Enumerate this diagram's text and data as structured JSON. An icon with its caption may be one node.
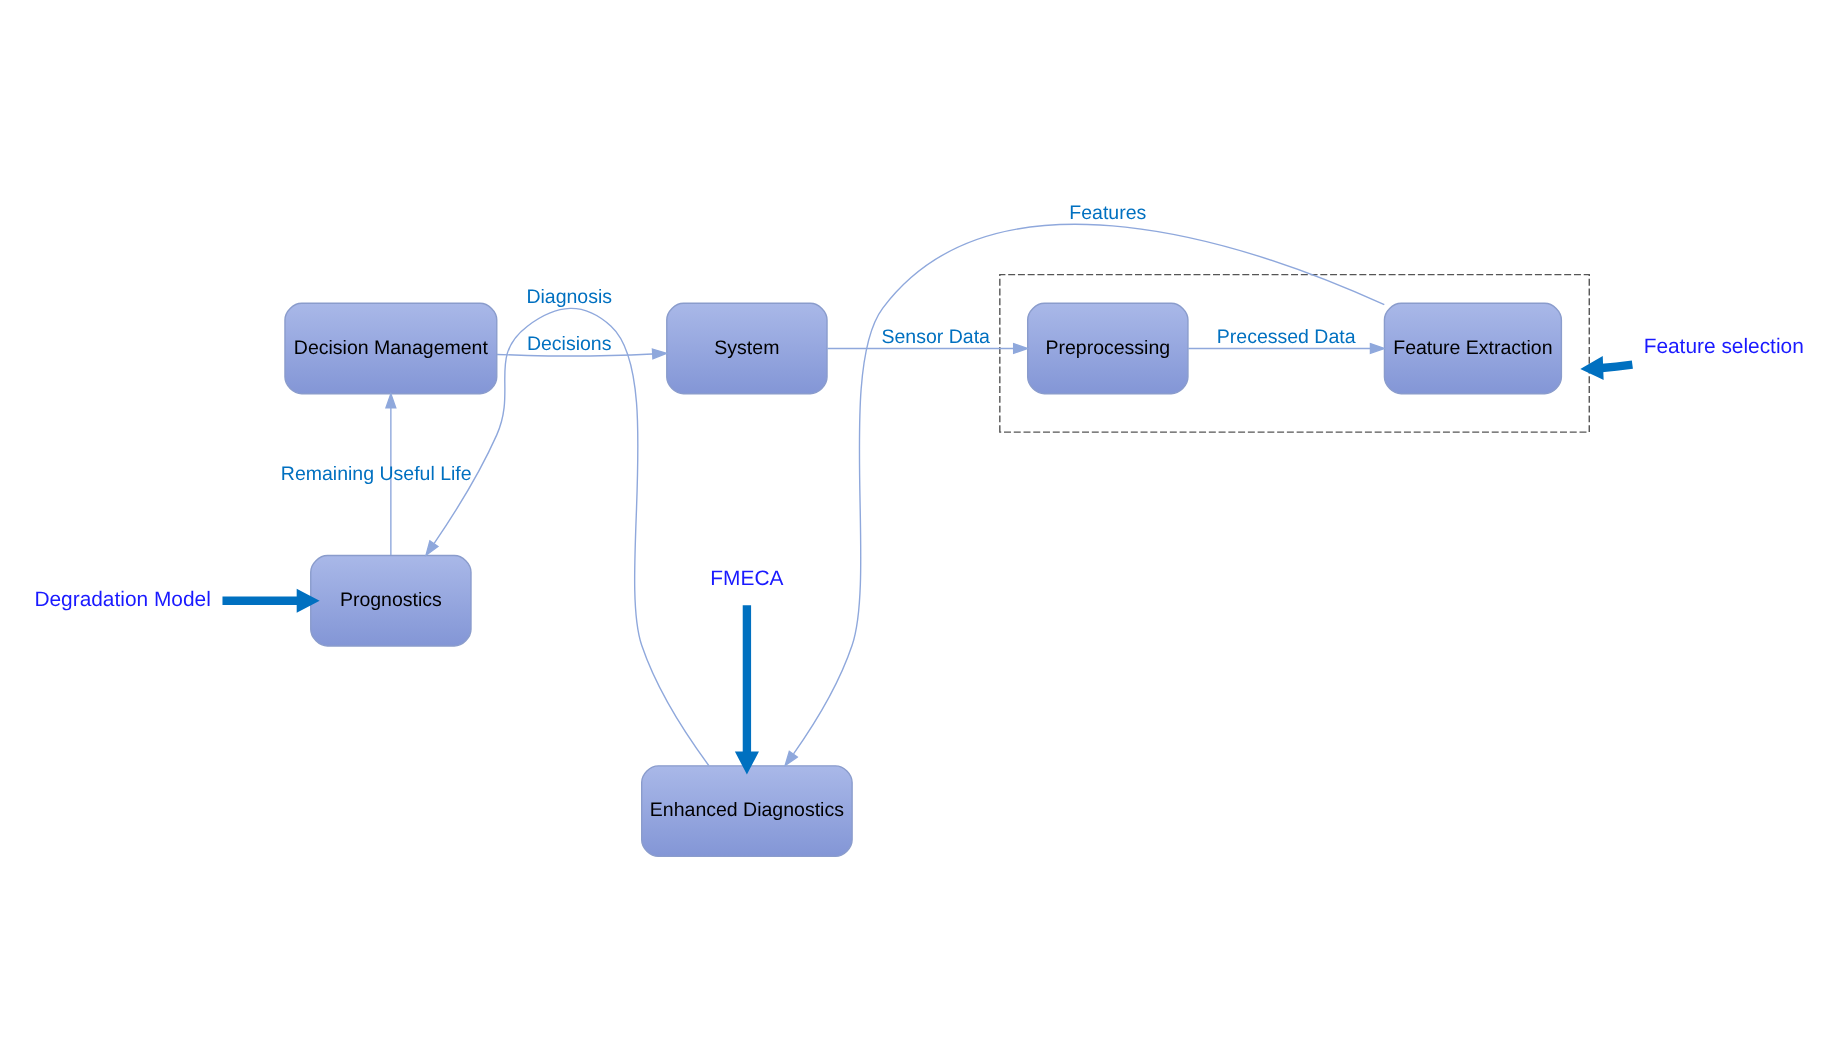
{
  "diagram": {
    "nodes": [
      {
        "text": [
          "System"
        ]
      },
      {
        "text": [
          "Decision Management"
        ]
      },
      {
        "text": [],
        "shape": "box"
      },
      {
        "text": [
          "Preprocessing"
        ],
        "in": 2
      },
      {
        "text": [
          "Feature Extraction"
        ],
        "in": 2
      },
      {
        "text": [
          "Feature selection"
        ]
      },
      {
        "text": [
          "Degradation Model"
        ]
      },
      {
        "text": [
          "Prognostics"
        ]
      },
      {
        "text": [
          "FMECA"
        ]
      },
      {
        "text": [
          "Enhanced Diagnostics"
        ]
      }
    ],
    "edges": [
      {
        "from": 0,
        "to": 3,
        "arrow": "to",
        "label": "Sensor Data"
      },
      {
        "from": 3,
        "to": 4,
        "arrow": "to",
        "label": "Precessed Data"
      },
      {
        "from": 4,
        "to": 9,
        "arrow": "to",
        "label": "Features"
      },
      {
        "from": 9,
        "to": 7,
        "arrow": "to",
        "label": "Diagnosis"
      },
      {
        "from": 7,
        "to": 1,
        "arrow": "to",
        "label": "Remaining Useful Life"
      },
      {
        "from": 1,
        "to": 0,
        "arrow": "to",
        "label": "Decisions"
      },
      {
        "from": 5,
        "to": 2,
        "arrow": "to",
        "style": "thick",
        "color": "#0070c0"
      },
      {
        "from": 6,
        "to": 7,
        "arrow": "to",
        "style": "thick",
        "color": "#0070c0"
      },
      {
        "from": 8,
        "to": 9,
        "arrow": "to",
        "style": "thick",
        "color": "#0070c0"
      }
    ]
  }
}
